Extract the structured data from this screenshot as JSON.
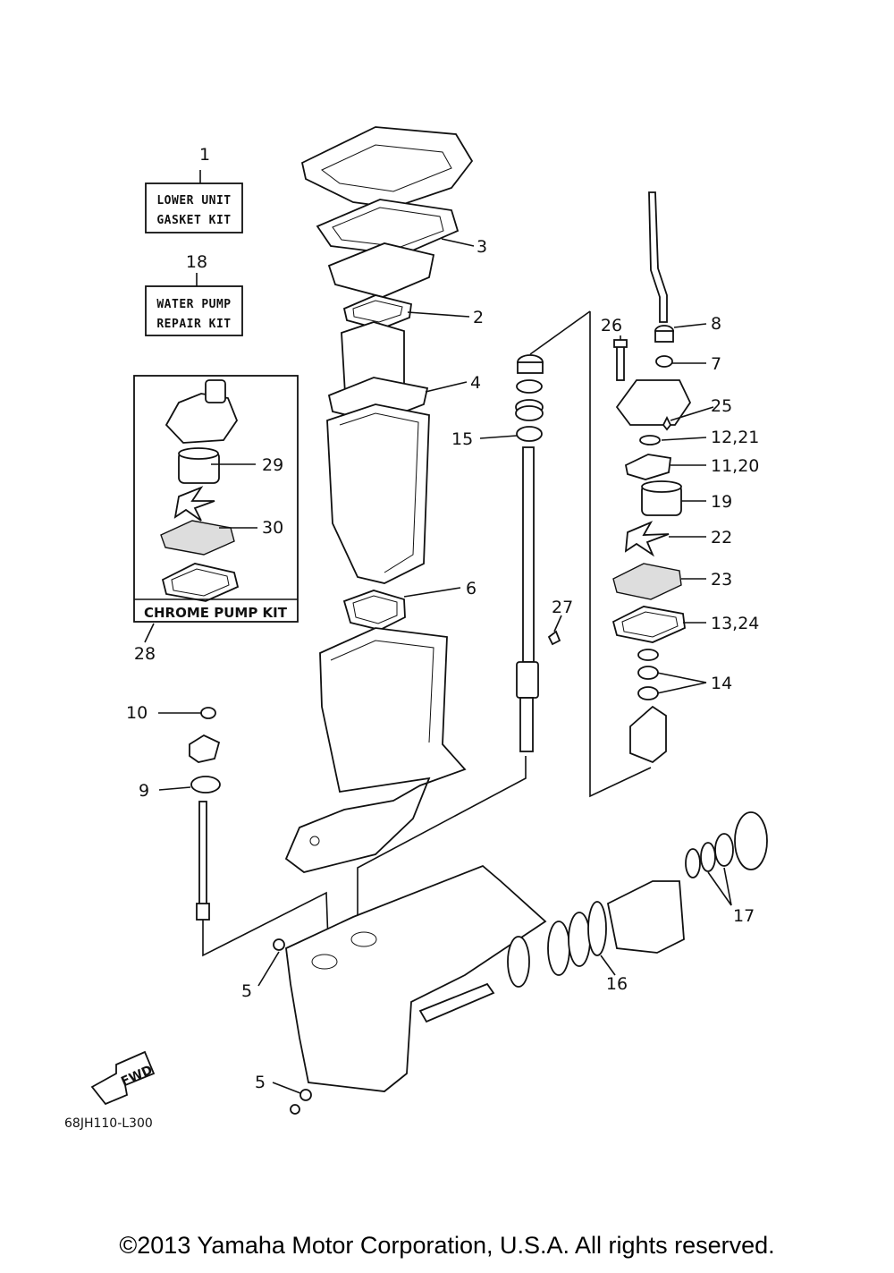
{
  "labels": {
    "l1": "1",
    "l2": "2",
    "l3": "3",
    "l4": "4",
    "l5a": "5",
    "l5b": "5",
    "l6": "6",
    "l7": "7",
    "l8": "8",
    "l9": "9",
    "l10": "10",
    "l1121": "11,20",
    "l1221": "12,21",
    "l1324": "13,24",
    "l14": "14",
    "l15": "15",
    "l16": "16",
    "l17": "17",
    "l18": "18",
    "l19": "19",
    "l22": "22",
    "l23": "23",
    "l25": "25",
    "l26": "26",
    "l27": "27",
    "l28": "28",
    "l29": "29",
    "l30": "30"
  },
  "kits": {
    "lower_unit_line1": "LOWER UNIT",
    "lower_unit_line2": "GASKET KIT",
    "water_pump_line1": "WATER PUMP",
    "water_pump_line2": "REPAIR KIT",
    "chrome_pump": "CHROME PUMP KIT"
  },
  "fwd": "FWD",
  "diagram_code": "68JH110-L300",
  "copyright": "©2013 Yamaha Motor Corporation, U.S.A. All rights reserved."
}
